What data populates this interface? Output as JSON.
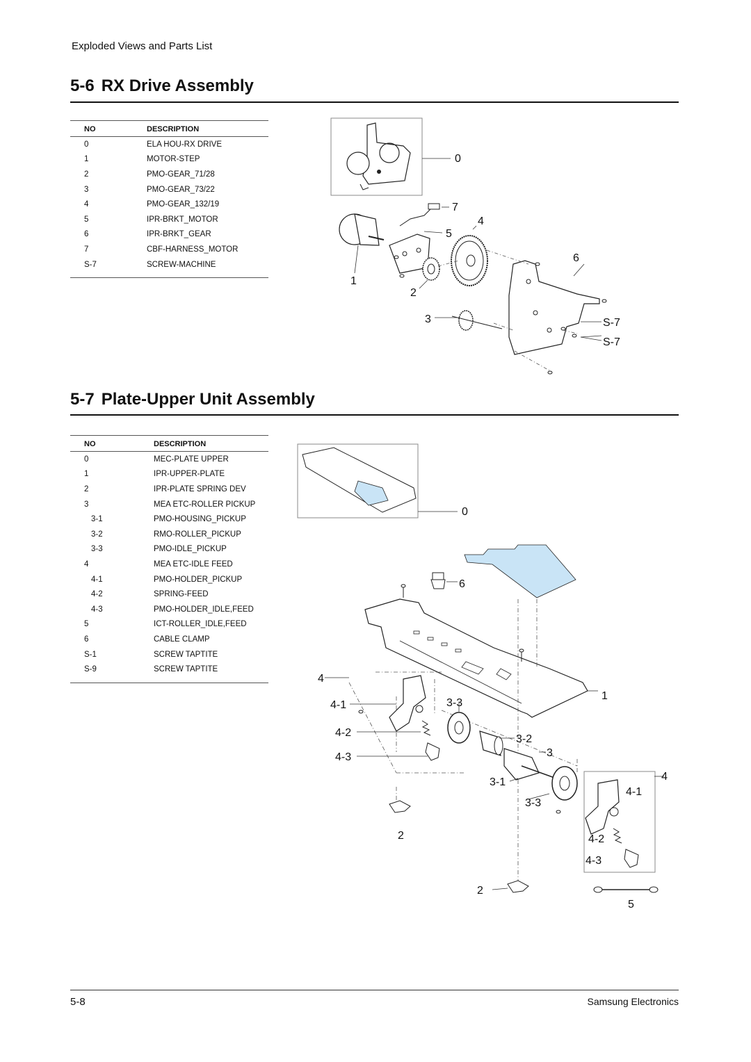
{
  "header": {
    "text": "Exploded Views and Parts List"
  },
  "sections": [
    {
      "number": "5-6",
      "title": "RX Drive Assembly",
      "table_headers": {
        "no": "NO",
        "description": "DESCRIPTION"
      },
      "parts": [
        {
          "no": "0",
          "description": "ELA HOU-RX DRIVE"
        },
        {
          "no": "1",
          "description": "MOTOR-STEP"
        },
        {
          "no": "2",
          "description": "PMO-GEAR_71/28"
        },
        {
          "no": "3",
          "description": "PMO-GEAR_73/22"
        },
        {
          "no": "4",
          "description": "PMO-GEAR_132/19"
        },
        {
          "no": "5",
          "description": "IPR-BRKT_MOTOR"
        },
        {
          "no": "6",
          "description": "IPR-BRKT_GEAR"
        },
        {
          "no": "7",
          "description": "CBF-HARNESS_MOTOR"
        },
        {
          "no": "S-7",
          "description": "SCREW-MACHINE"
        }
      ],
      "callouts": [
        "0",
        "7",
        "4",
        "5",
        "6",
        "1",
        "2",
        "3",
        "S-7",
        "S-7"
      ]
    },
    {
      "number": "5-7",
      "title": "Plate-Upper Unit Assembly",
      "table_headers": {
        "no": "NO",
        "description": "DESCRIPTION"
      },
      "parts": [
        {
          "no": "0",
          "description": "MEC-PLATE UPPER"
        },
        {
          "no": "1",
          "description": "IPR-UPPER-PLATE"
        },
        {
          "no": "2",
          "description": "IPR-PLATE SPRING DEV"
        },
        {
          "no": "3",
          "description": "MEA ETC-ROLLER PICKUP"
        },
        {
          "no": "3-1",
          "description": "PMO-HOUSING_PICKUP"
        },
        {
          "no": "3-2",
          "description": "RMO-ROLLER_PICKUP"
        },
        {
          "no": "3-3",
          "description": "PMO-IDLE_PICKUP"
        },
        {
          "no": "4",
          "description": "MEA ETC-IDLE FEED"
        },
        {
          "no": "4-1",
          "description": "PMO-HOLDER_PICKUP"
        },
        {
          "no": "4-2",
          "description": "SPRING-FEED"
        },
        {
          "no": "4-3",
          "description": "PMO-HOLDER_IDLE,FEED"
        },
        {
          "no": "5",
          "description": "ICT-ROLLER_IDLE,FEED"
        },
        {
          "no": "6",
          "description": "CABLE CLAMP"
        },
        {
          "no": "S-1",
          "description": "SCREW TAPTITE"
        },
        {
          "no": "S-9",
          "description": "SCREW TAPTITE"
        }
      ],
      "callouts": [
        "0",
        "6",
        "4",
        "1",
        "4-1",
        "3-3",
        "4-2",
        "3-2",
        "4-3",
        "3",
        "4",
        "3-1",
        "4-1",
        "3-3",
        "2",
        "4-2",
        "4-3",
        "2",
        "5"
      ]
    }
  ],
  "footer": {
    "page": "5-8",
    "company": "Samsung Electronics"
  },
  "colors": {
    "highlight_sheet": "#c9e4f6",
    "ink": "#111111"
  }
}
